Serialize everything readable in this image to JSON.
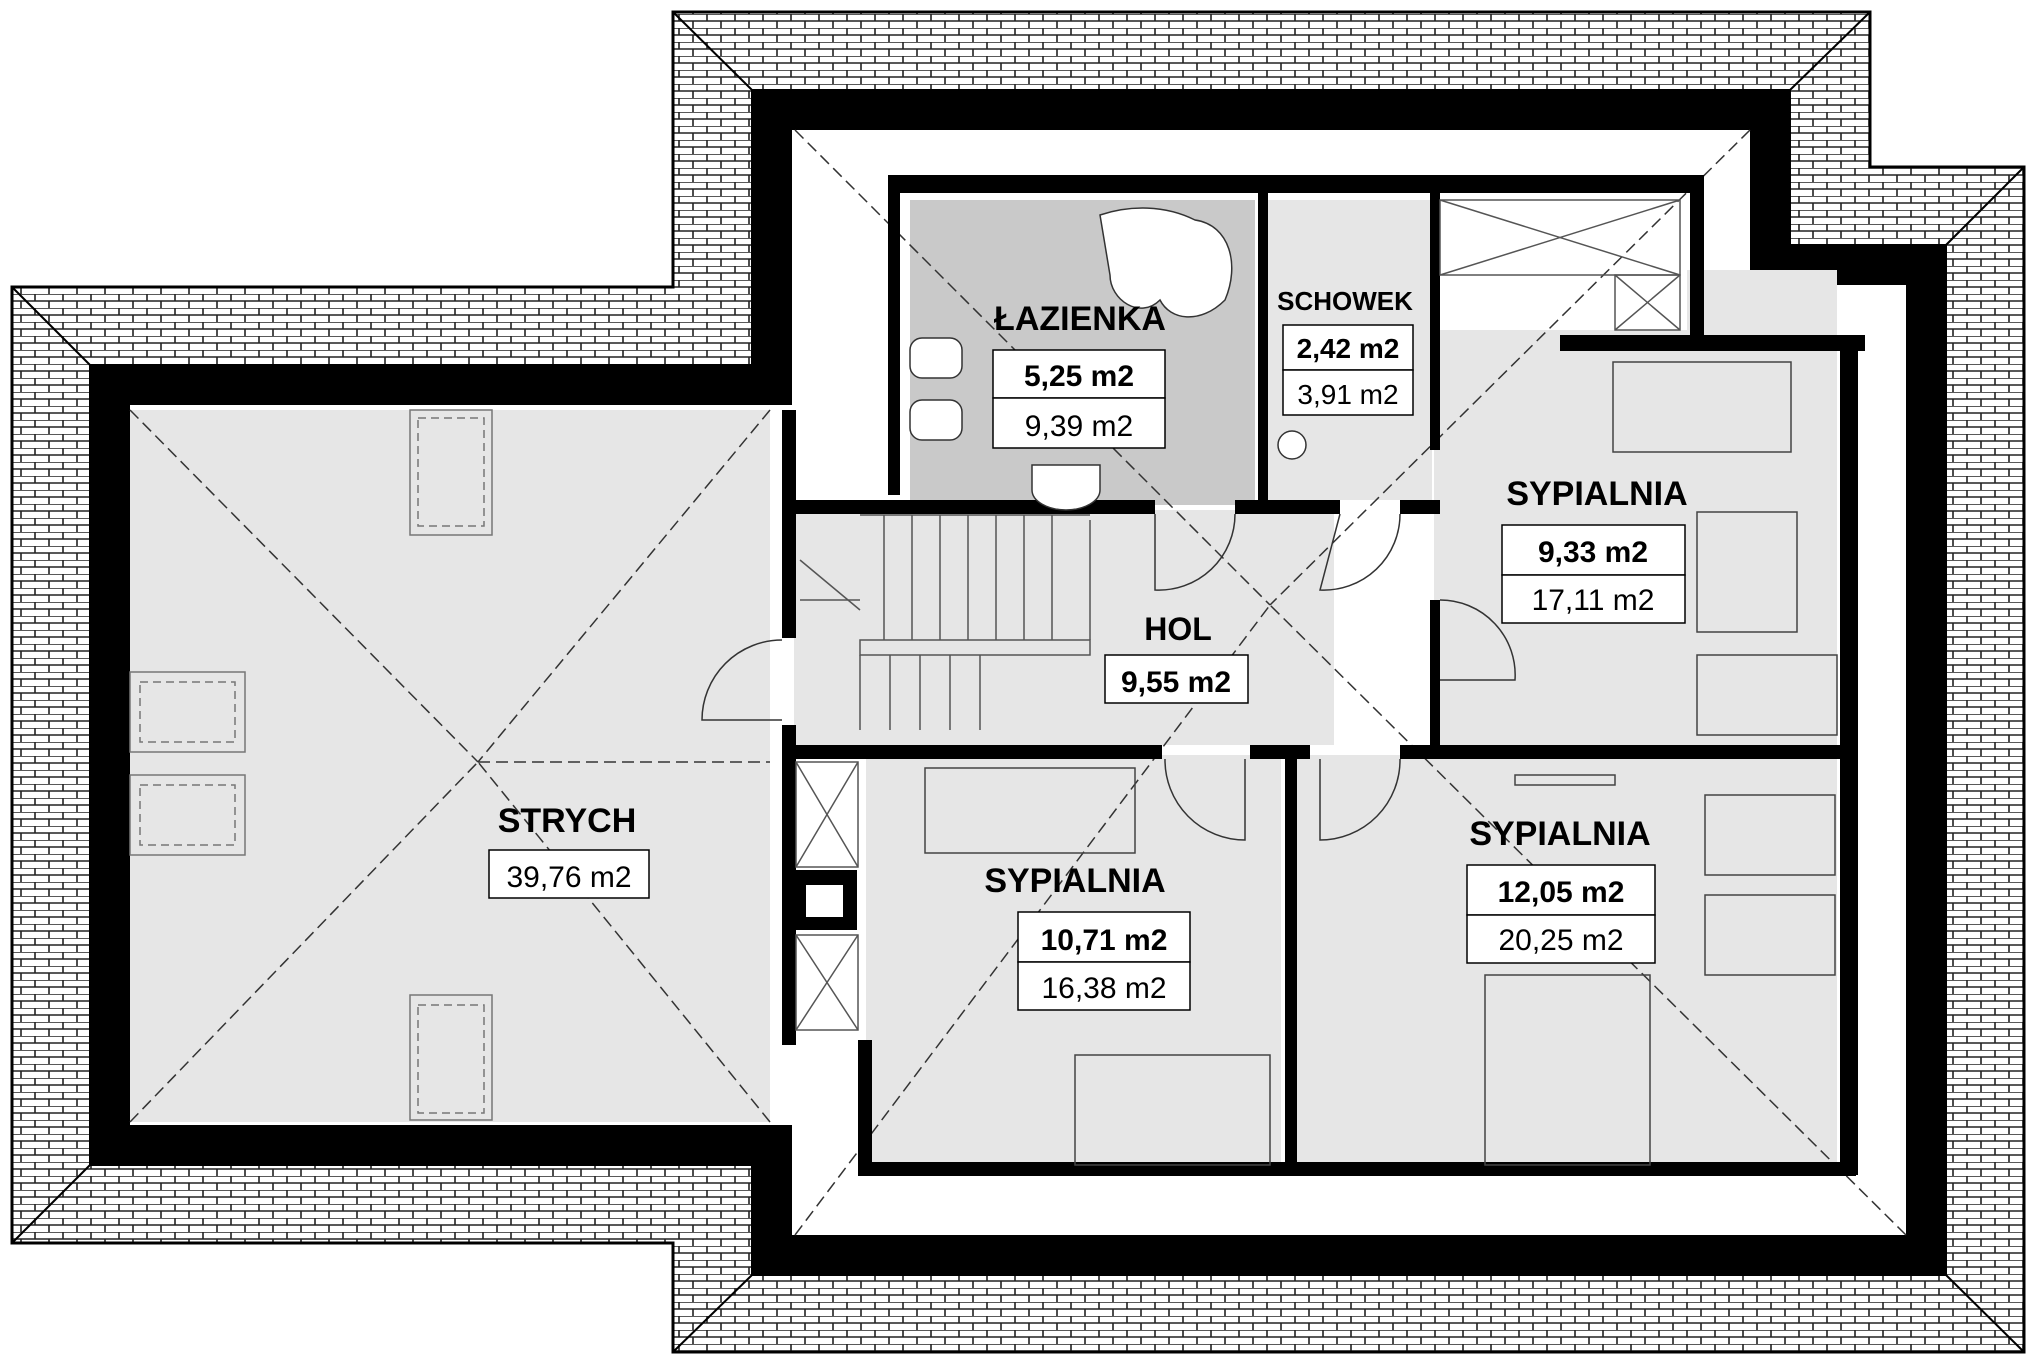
{
  "rooms": {
    "lazienka": {
      "name": "ŁAZIENKA",
      "usable_area": "5,25 m2",
      "total_area": "9,39 m2"
    },
    "schowek": {
      "name": "SCHOWEK",
      "usable_area": "2,42 m2",
      "total_area": "3,91 m2"
    },
    "hol": {
      "name": "HOL",
      "usable_area": "9,55 m2"
    },
    "sypialnia_1": {
      "name": "SYPIALNIA",
      "usable_area": "9,33 m2",
      "total_area": "17,11 m2"
    },
    "sypialnia_2": {
      "name": "SYPIALNIA",
      "usable_area": "10,71 m2",
      "total_area": "16,38 m2"
    },
    "sypialnia_3": {
      "name": "SYPIALNIA",
      "usable_area": "12,05 m2",
      "total_area": "20,25 m2"
    },
    "strych": {
      "name": "STRYCH",
      "total_area": "39,76 m2"
    }
  },
  "colors": {
    "wall": "#000000",
    "floor": "#e6e6e6",
    "bathroom_floor": "#c9c9c9",
    "roof_tile_line": "#222222",
    "background": "#ffffff"
  }
}
